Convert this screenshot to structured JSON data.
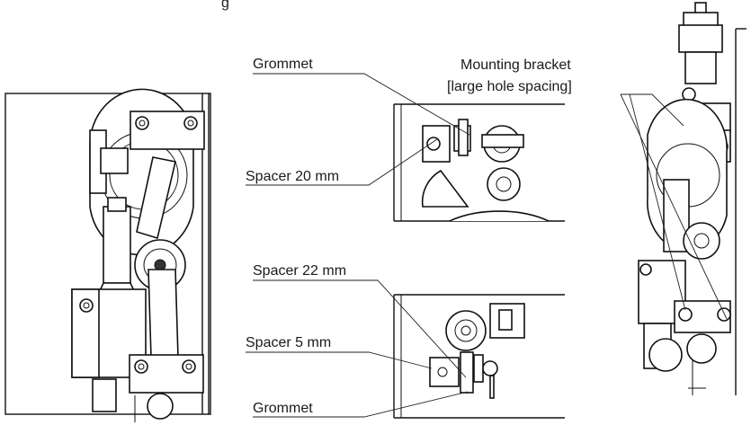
{
  "labels": {
    "top_cut_text": "g",
    "grommet_top": "Grommet",
    "mounting_bracket_line1": "Mounting bracket",
    "mounting_bracket_line2": "[large hole spacing]",
    "spacer_20": "Spacer 20 mm",
    "spacer_22": "Spacer 22 mm",
    "spacer_5": "Spacer 5 mm",
    "grommet_bottom": "Grommet"
  },
  "colors": {
    "line": "#111111",
    "text": "#1a1a1a",
    "background": "#ffffff"
  }
}
